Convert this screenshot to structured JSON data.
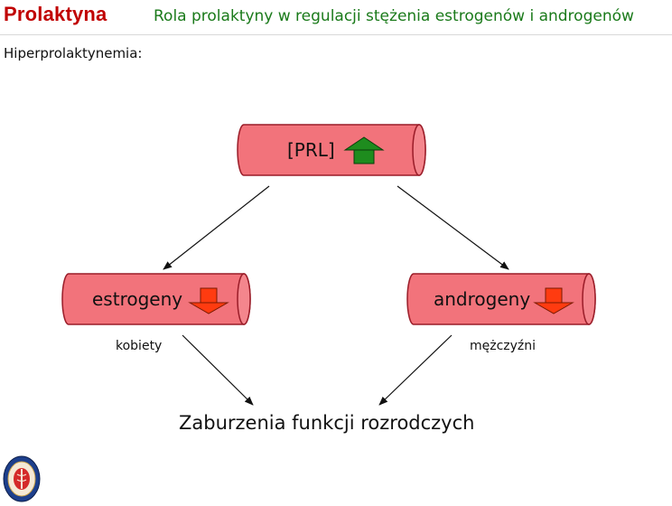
{
  "header": {
    "title": "Prolaktyna",
    "subtitle": "Rola prolaktyny w regulacji stężenia estrogenów i androgenów"
  },
  "section_label": "Hiperprolaktynemia:",
  "diagram": {
    "top_node": {
      "label": "[PRL]",
      "arrow": "up",
      "arrow_color": "#1e8c1e"
    },
    "left_node": {
      "label": "estrogeny",
      "arrow": "down",
      "arrow_color": "#ff3b10"
    },
    "right_node": {
      "label": "androgeny",
      "arrow": "down",
      "arrow_color": "#ff3b10"
    },
    "left_caption": "kobiety",
    "right_caption": "mężczyźni",
    "result": "Zaburzenia funkcji rozrodczych",
    "node_fill": "#f2737b",
    "node_stroke": "#9a1c28"
  },
  "logo": {
    "name": "university-seal"
  }
}
